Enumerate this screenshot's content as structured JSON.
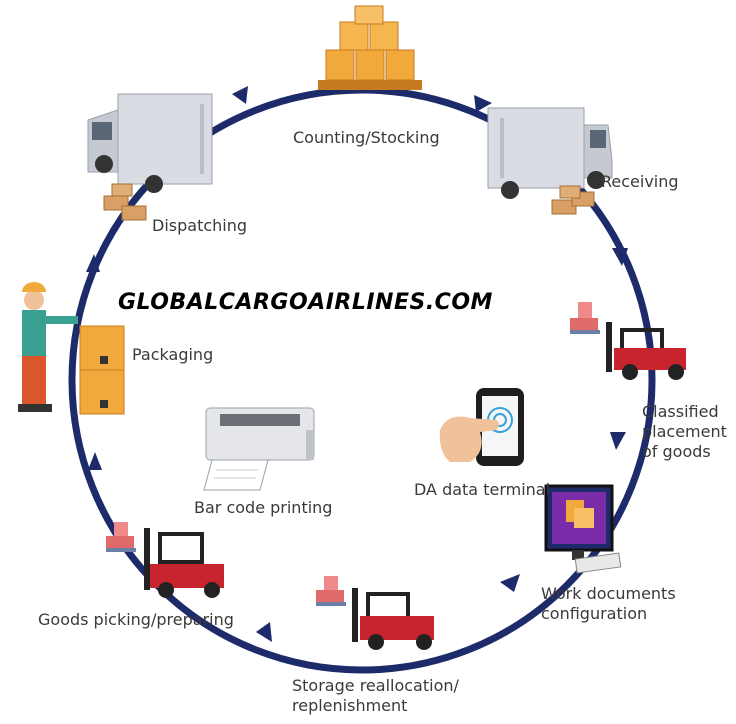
{
  "watermark": "GLOBALCARGOAIRLINES.COM",
  "colors": {
    "ring": "#1d2b6b",
    "box": "#f2a93b",
    "truck": "#d9dde3",
    "forklift": "#c8242d",
    "worker_shirt": "#3aa08f",
    "worker_pants": "#d9572b"
  },
  "steps": {
    "counting": "Counting/Stocking",
    "receiving": "Receiving",
    "classified": [
      "Classified",
      "placement",
      "of goods"
    ],
    "work_docs": [
      "Work documents",
      "configuration"
    ],
    "storage": [
      "Storage reallocation/",
      "replenishment"
    ],
    "picking": "Goods picking/preparing",
    "packaging": "Packaging",
    "dispatching": "Dispatching"
  },
  "center": {
    "barcode": "Bar code printing",
    "terminal": "DA data terminal"
  },
  "icons": {
    "counting": "box-pallet-icon",
    "receiving": "truck-icon",
    "classified": "forklift-icon",
    "work_docs": "computer-monitor-icon",
    "storage": "forklift-icon",
    "picking": "forklift-icon",
    "packaging": "worker-with-boxes-icon",
    "dispatching": "truck-icon",
    "barcode": "printer-icon",
    "terminal": "smartphone-touch-icon"
  }
}
